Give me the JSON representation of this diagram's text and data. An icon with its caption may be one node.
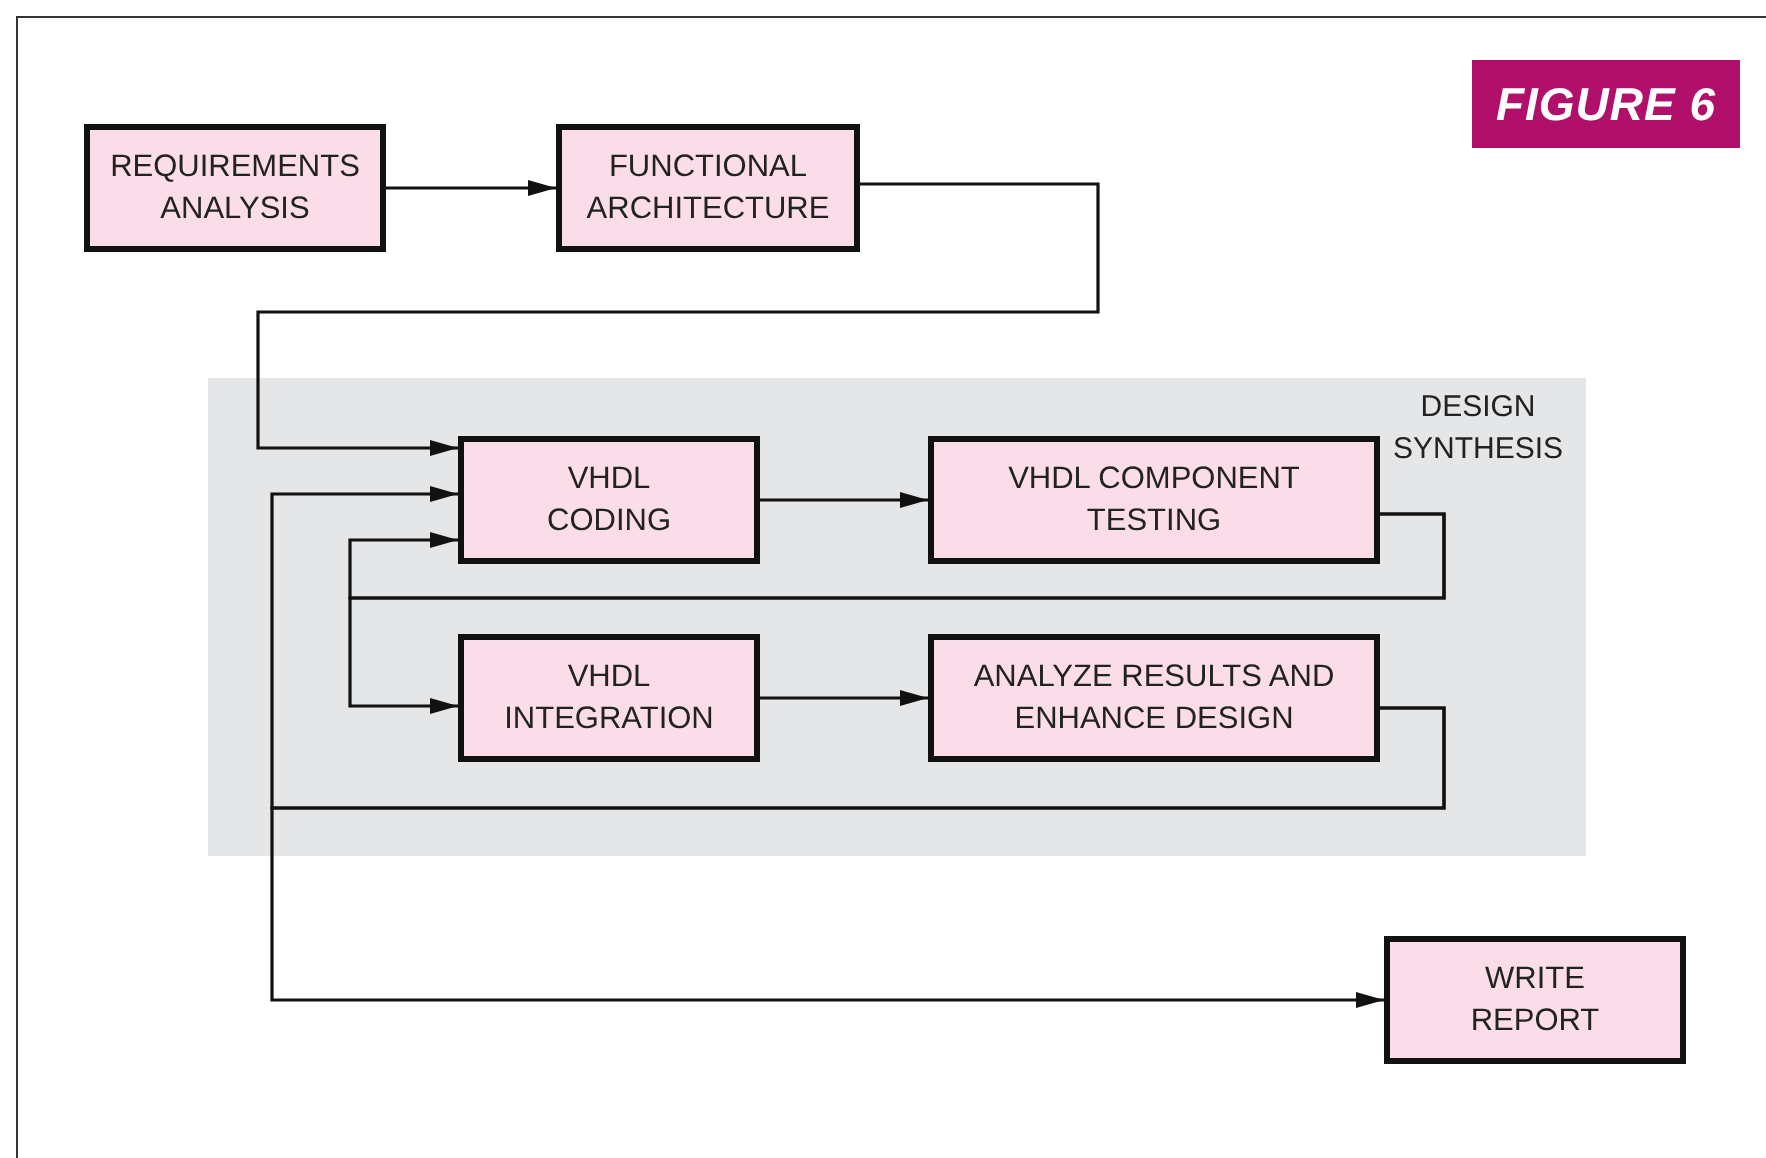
{
  "diagram": {
    "nodes": [
      {
        "text": [
          "REQUIREMENTS ANALYSIS"
        ]
      },
      {
        "text": [
          "FUNCTIONAL ARCHITECTURE"
        ]
      },
      {
        "text": [
          "DESIGN SYNTHESIS"
        ]
      },
      {
        "text": [
          "VHDL CODING"
        ],
        "in": 2
      },
      {
        "text": [
          "VHDL COMPONENT TESTING"
        ],
        "in": 2
      },
      {
        "text": [
          "VHDL INTEGRATION"
        ],
        "in": 2
      },
      {
        "text": [
          "ANALYZE RESULTS AND ENHANCE DESIGN"
        ],
        "in": 2
      },
      {
        "text": [
          "WRITE REPORT"
        ]
      }
    ],
    "edges": [
      {
        "from": 0,
        "to": 1,
        "arrow": "to"
      },
      {
        "from": 1,
        "to": 3,
        "arrow": "to"
      },
      {
        "from": 3,
        "to": 4,
        "arrow": "to"
      },
      {
        "from": 4,
        "to": 3,
        "arrow": "to"
      },
      {
        "from": 4,
        "to": 5,
        "arrow": "to"
      },
      {
        "from": 5,
        "to": 6,
        "arrow": "to"
      },
      {
        "from": 6,
        "to": 3,
        "arrow": "to"
      },
      {
        "from": 6,
        "to": 7,
        "arrow": "to"
      }
    ],
    "labels": [
      "FIGURE 6"
    ]
  }
}
